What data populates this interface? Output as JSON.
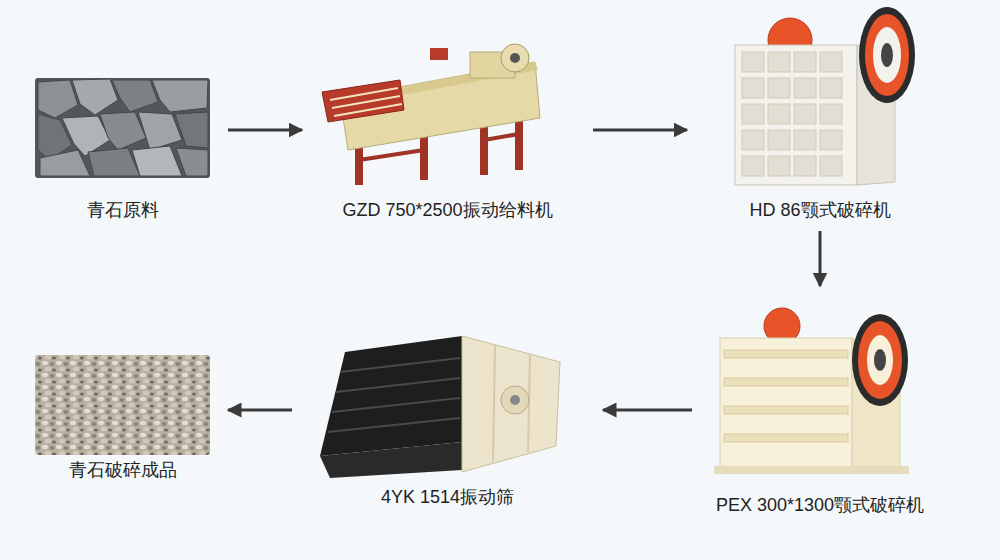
{
  "diagram": {
    "nodes": [
      {
        "text": [
          "青石原料"
        ]
      },
      {
        "text": [
          "GZD 750*2500振动给料机"
        ]
      },
      {
        "text": [
          "HD 86颚式破碎机"
        ]
      },
      {
        "text": [
          "PEX 300*1300颚式破碎机"
        ]
      },
      {
        "text": [
          "4YK 1514振动筛"
        ]
      },
      {
        "text": [
          "青石破碎成品"
        ]
      }
    ],
    "edges": [
      {
        "from": 0,
        "to": 1,
        "arrow": "to"
      },
      {
        "from": 1,
        "to": 2,
        "arrow": "to"
      },
      {
        "from": 2,
        "to": 3,
        "arrow": "to"
      },
      {
        "from": 3,
        "to": 4,
        "arrow": "to"
      },
      {
        "from": 4,
        "to": 5,
        "arrow": "to"
      }
    ]
  }
}
